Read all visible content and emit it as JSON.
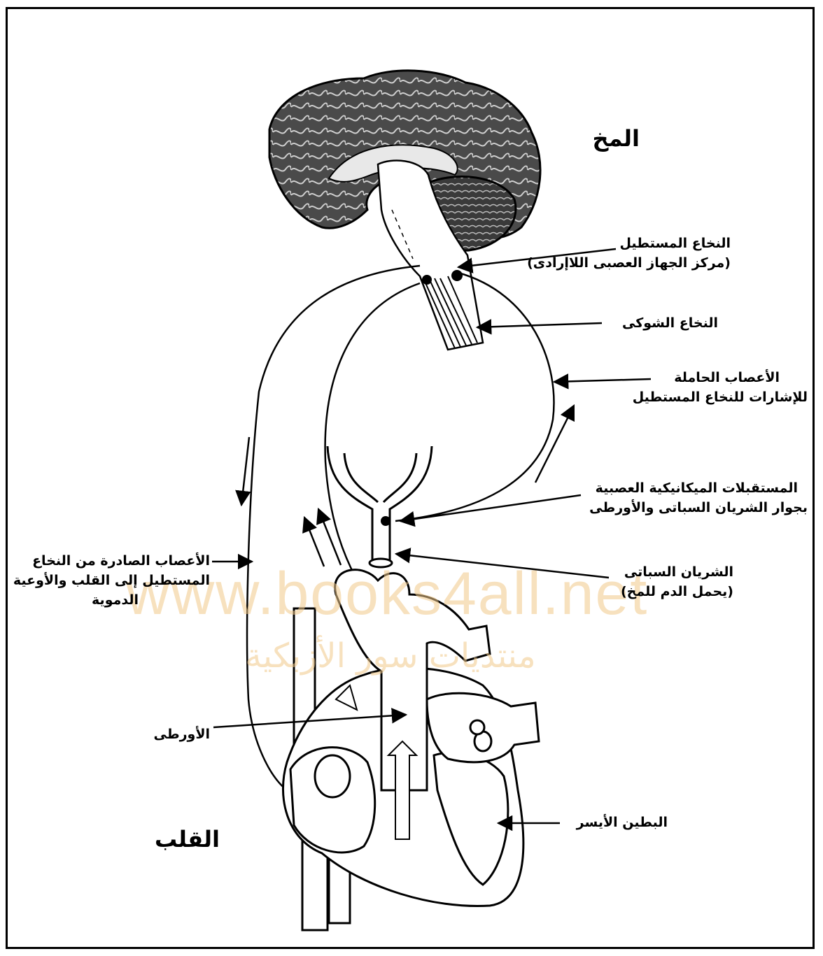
{
  "labels": {
    "brain": "المخ",
    "heart": "القلب",
    "medulla": [
      "النخاع المستطيل",
      "(مركز الجهاز العصبى اللاإرادى)"
    ],
    "spinal_cord": "النخاع الشوكى",
    "afferent_nerves": [
      "الأعصاب الحاملة",
      "للإشارات للنخاع المستطيل"
    ],
    "baroreceptors": [
      "المستقبلات الميكانيكية العصبية",
      "بجوار الشريان السباتى والأورطى"
    ],
    "carotid_artery": [
      "الشريان السباتى",
      "(يحمل الدم للمخ)"
    ],
    "efferent_nerves": [
      "الأعصاب الصادرة من النخاع",
      "المستطيل إلى القلب والأوعية",
      "الدموية"
    ],
    "aorta": "الأورطى",
    "left_ventricle": "البطين الأيسر"
  },
  "watermark": {
    "url": "www.books4all.net",
    "forum": "منتديات سور الأزبكية"
  },
  "colors": {
    "ink": "#000000",
    "brain_fill": "#4a4a4a",
    "watermark": "#f1c98a"
  }
}
